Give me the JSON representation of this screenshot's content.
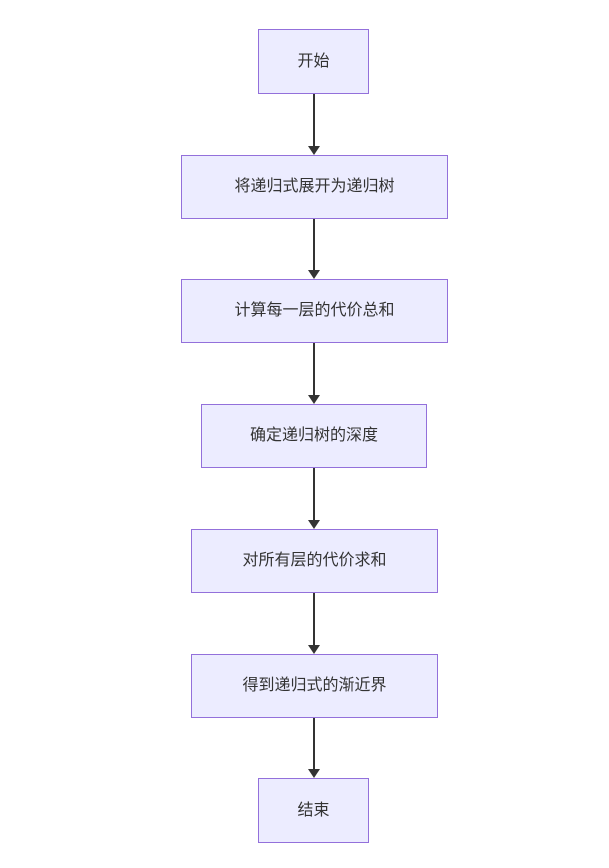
{
  "diagram": {
    "type": "flowchart",
    "direction": "top-down",
    "nodes": [
      {
        "id": "start",
        "label": "开始"
      },
      {
        "id": "step1",
        "label": "将递归式展开为递归树"
      },
      {
        "id": "step2",
        "label": "计算每一层的代价总和"
      },
      {
        "id": "step3",
        "label": "确定递归树的深度"
      },
      {
        "id": "step4",
        "label": "对所有层的代价求和"
      },
      {
        "id": "step5",
        "label": "得到递归式的渐近界"
      },
      {
        "id": "end",
        "label": "结束"
      }
    ],
    "edges": [
      {
        "from": "start",
        "to": "step1"
      },
      {
        "from": "step1",
        "to": "step2"
      },
      {
        "from": "step2",
        "to": "step3"
      },
      {
        "from": "step3",
        "to": "step4"
      },
      {
        "from": "step4",
        "to": "step5"
      },
      {
        "from": "step5",
        "to": "end"
      }
    ],
    "colors": {
      "node_fill": "#ECECFF",
      "node_border": "#9370DB",
      "arrow": "#333333",
      "text": "#333333",
      "background": "#ffffff"
    }
  }
}
